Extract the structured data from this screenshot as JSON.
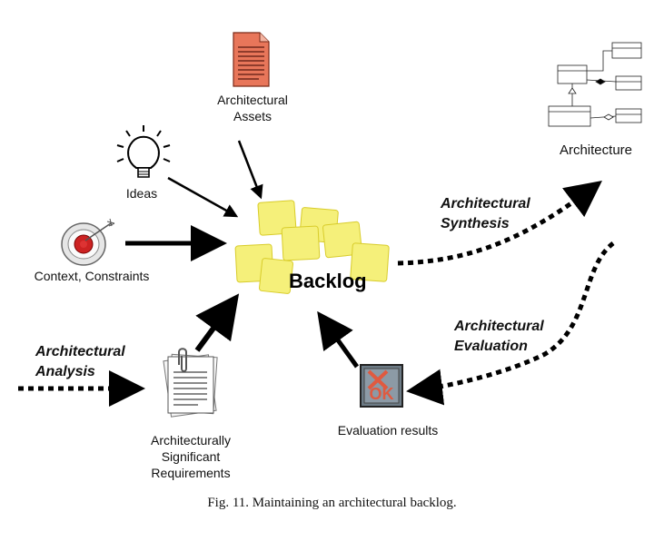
{
  "labels": {
    "assets": [
      "Architectural",
      "Assets"
    ],
    "ideas": "Ideas",
    "context": "Context, Constraints",
    "backlog": "Backlog",
    "architecture": "Architecture",
    "synthesis": [
      "Architectural",
      "Synthesis"
    ],
    "evaluation": [
      "Architectural",
      "Evaluation"
    ],
    "analysis": [
      "Architectural",
      "Analysis"
    ],
    "requirements": [
      "Architecturally",
      "Significant",
      "Requirements"
    ],
    "eval_results": "Evaluation results",
    "ok_icon_text": "OK"
  },
  "caption": "Fig. 11.  Maintaining an architectural backlog.",
  "colors": {
    "sticky_note": "#f5f07a",
    "document_red": "#e8765a",
    "target_red": "#cc2222",
    "arrow": "#000000"
  },
  "icons": [
    "document-icon",
    "lightbulb-icon",
    "target-icon",
    "sticky-notes-icon",
    "uml-class-diagram-icon",
    "requirements-doc-icon",
    "ok-evaluation-icon"
  ]
}
